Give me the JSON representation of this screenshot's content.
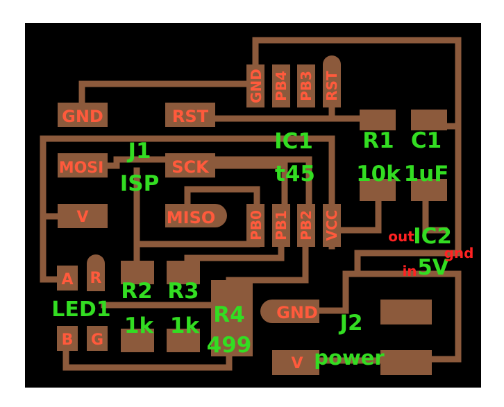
{
  "colors": {
    "board": "#000000",
    "copper": "#8c5a3c",
    "pad_text": "#ff5a3c",
    "silkscreen": "#33dd22",
    "note_text": "#ff2222"
  },
  "pads": {
    "gnd_ic_pin": "GND",
    "pb4": "PB4",
    "pb3": "PB3",
    "rst_ic_pin": "RST",
    "gnd_isp": "GND",
    "rst_isp": "RST",
    "mosi": "MOSI",
    "sck": "SCK",
    "v_isp": "V",
    "miso": "MISO",
    "pb0": "PB0",
    "pb1": "PB1",
    "pb2": "PB2",
    "vcc": "VCC",
    "led_a": "A",
    "led_r": "R",
    "led_b": "B",
    "led_g": "G",
    "gnd_power": "GND",
    "v_power": "V"
  },
  "silkscreen": {
    "ic1": "IC1",
    "ic1_part": "t45",
    "j1": "J1",
    "j1_part": "ISP",
    "r1": "R1",
    "r1_val": "10k",
    "c1": "C1",
    "c1_val": "1uF",
    "ic2": "IC2",
    "ic2_val": "5V",
    "r2": "R2",
    "r2_val": "1k",
    "r3": "R3",
    "r3_val": "1k",
    "r4": "R4",
    "r4_val": "499",
    "led1": "LED1",
    "j2": "J2",
    "j2_part": "power"
  },
  "notes": {
    "out": "out",
    "gnd": "gnd",
    "in": "in"
  }
}
